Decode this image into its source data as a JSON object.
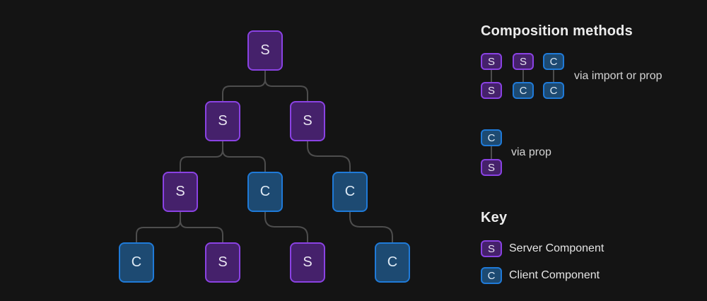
{
  "colors": {
    "background": "#141414",
    "server_fill": "#45216b",
    "server_border": "#8a42e3",
    "client_fill": "#1d4a72",
    "client_border": "#1f7ad8",
    "connector": "#4d4d4d",
    "heading_text": "#ececec",
    "caption_text": "#d4d4d4"
  },
  "tree": {
    "nodes": [
      {
        "label": "S",
        "type": "server"
      },
      {
        "label": "S",
        "type": "server"
      },
      {
        "label": "S",
        "type": "server"
      },
      {
        "label": "S",
        "type": "server"
      },
      {
        "label": "C",
        "type": "client"
      },
      {
        "label": "C",
        "type": "client"
      },
      {
        "label": "C",
        "type": "client"
      },
      {
        "label": "S",
        "type": "server"
      },
      {
        "label": "S",
        "type": "server"
      },
      {
        "label": "C",
        "type": "client"
      }
    ]
  },
  "legend": {
    "heading": "Composition methods",
    "pairs": [
      {
        "top": "S",
        "bottom": "S"
      },
      {
        "top": "S",
        "bottom": "C"
      },
      {
        "top": "C",
        "bottom": "C"
      }
    ],
    "pairs_caption": "via import or prop",
    "prop_pair": {
      "top": "C",
      "bottom": "S"
    },
    "prop_caption": "via prop"
  },
  "key": {
    "heading": "Key",
    "items": [
      {
        "symbol": "S",
        "type": "server",
        "label": "Server Component"
      },
      {
        "symbol": "C",
        "type": "client",
        "label": "Client Component"
      }
    ]
  }
}
